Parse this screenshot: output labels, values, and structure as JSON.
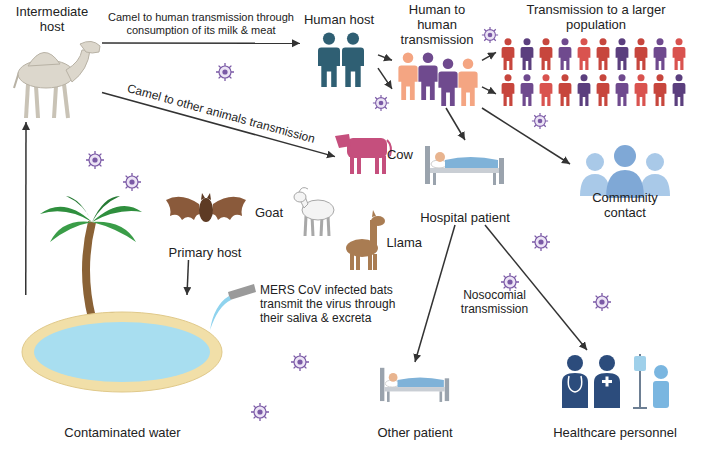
{
  "diagram": {
    "nodes": [
      {
        "text": [
          "Intermediate host"
        ]
      },
      {
        "text": [
          "Human host"
        ]
      },
      {
        "text": [
          "Human to human transmission"
        ]
      },
      {
        "text": [
          "Transmission to a larger population"
        ]
      },
      {
        "text": [
          "Community contact"
        ]
      },
      {
        "text": [
          "Hospital patient"
        ]
      },
      {
        "text": [
          "Other patient"
        ]
      },
      {
        "text": [
          "Healthcare personnel"
        ]
      },
      {
        "text": [
          "Cow"
        ]
      },
      {
        "text": [
          "Goat"
        ]
      },
      {
        "text": [
          "Llama"
        ]
      },
      {
        "text": [
          "Primary host"
        ]
      },
      {
        "text": [
          "Contaminated water"
        ]
      }
    ],
    "edges": [
      {
        "from": 0,
        "to": 1,
        "label": "Camel to human transmission through consumption of its milk & meat",
        "arrow": "to"
      },
      {
        "from": 0,
        "to": 8,
        "label": "Camel to other animals transmission",
        "arrow": "to"
      },
      {
        "from": 1,
        "to": 2,
        "arrow": "to"
      },
      {
        "from": 1,
        "to": 2,
        "arrow": "to"
      },
      {
        "from": 2,
        "to": 3,
        "arrow": "to"
      },
      {
        "from": 2,
        "to": 3,
        "arrow": "to"
      },
      {
        "from": 2,
        "to": 4,
        "arrow": "to"
      },
      {
        "from": 2,
        "to": 5,
        "arrow": "to"
      },
      {
        "from": 5,
        "to": 6,
        "arrow": "to"
      },
      {
        "from": 5,
        "to": 7,
        "arrow": "to"
      },
      {
        "from": 11,
        "to": 12,
        "arrow": "to"
      },
      {
        "from": 12,
        "to": 0,
        "arrow": "to"
      }
    ],
    "labels": [
      "Nosocomial transmission",
      "MERS CoV infected bats transmit the virus through their saliva & excreta"
    ]
  }
}
